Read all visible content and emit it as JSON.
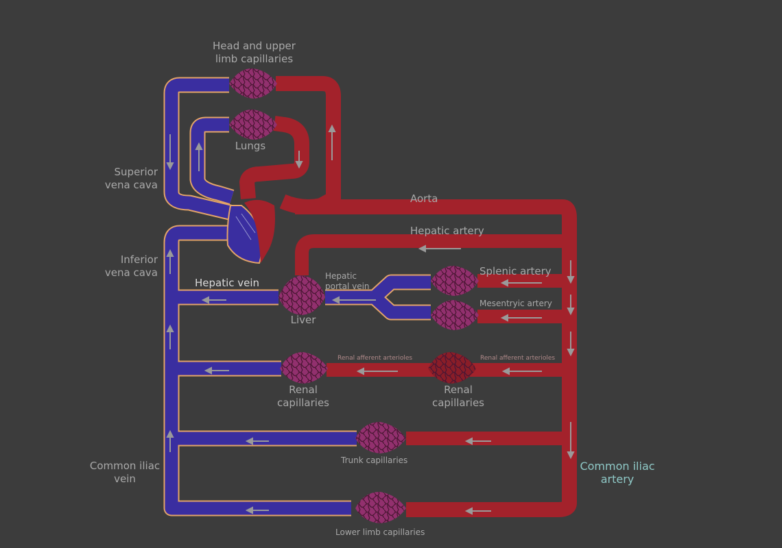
{
  "labels": {
    "head_capillaries": "Head and upper\nlimb capillaries",
    "lungs": "Lungs",
    "superior_vena_cava": "Superior\nvena cava",
    "aorta": "Aorta",
    "hepatic_artery": "Hepatic artery",
    "inferior_vena_cava": "Inferior\nvena cava",
    "hepatic_vein": "Hepatic vein",
    "hepatic_portal_vein": "Hepatic\nportal vein",
    "splenic_artery": "Splenic artery",
    "mesentryic_artery": "Mesentryic artery",
    "liver": "Liver",
    "renal_afferent_1": "Renal afferent arterioles",
    "renal_afferent_2": "Renal afferent arterioles",
    "renal_capillaries_1": "Renal\ncapillaries",
    "renal_capillaries_2": "Renal\ncapillaries",
    "trunk_capillaries": "Trunk capillaries",
    "common_iliac_vein": "Common iliac\nvein",
    "common_iliac_artery": "Common iliac\nartery",
    "lower_limb_capillaries": "Lower limb capillaries"
  },
  "colors": {
    "background": "#3c3c3c",
    "vein": "#3a2ea0",
    "vein_outline": "#e3a468",
    "artery": "#a3222b",
    "artery_dark": "#7e1a21",
    "capillary": "#92306e",
    "capillary_net": "#4a1733",
    "arrow": "#9a9a9a"
  }
}
